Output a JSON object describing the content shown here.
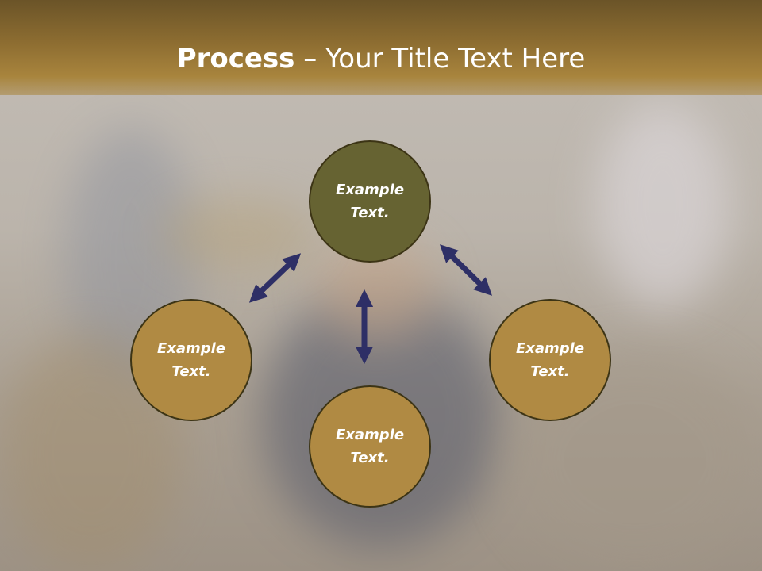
{
  "title": {
    "bold": "Process",
    "rest": " – Your Title Text Here"
  },
  "nodes": [
    {
      "id": "top",
      "label": "Example Text."
    },
    {
      "id": "left",
      "label": "Example Text."
    },
    {
      "id": "right",
      "label": "Example Text."
    },
    {
      "id": "bottom",
      "label": "Example Text."
    }
  ],
  "colors": {
    "header": "#8d6d31",
    "center_node": "#666332",
    "outer_node": "#b08a43",
    "arrow": "#2e2f66",
    "text": "#ffffff"
  }
}
